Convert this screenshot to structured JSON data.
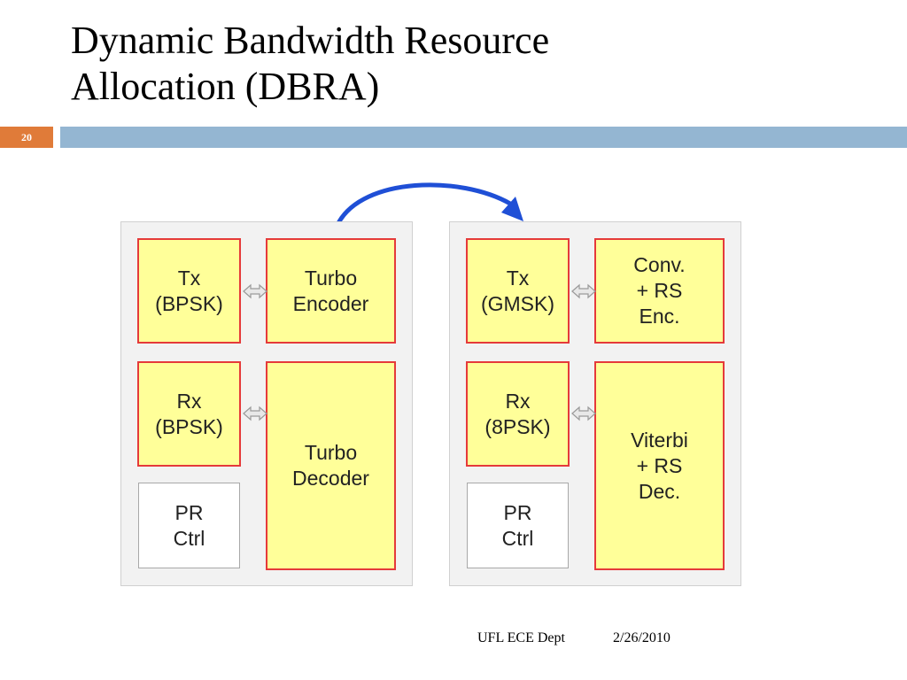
{
  "slide": {
    "title_line1": "Dynamic Bandwidth Resource",
    "title_line2": "Allocation (DBRA)",
    "number": "20",
    "accent_color": "#e07b39",
    "bar_color": "#94b6d2"
  },
  "left_config": {
    "tx": {
      "line1": "Tx",
      "line2": "(BPSK)"
    },
    "encoder": {
      "line1": "Turbo",
      "line2": "Encoder"
    },
    "rx": {
      "line1": "Rx",
      "line2": "(BPSK)"
    },
    "decoder": {
      "line1": "Turbo",
      "line2": "Decoder"
    },
    "pr": {
      "line1": "PR",
      "line2": "Ctrl"
    }
  },
  "right_config": {
    "tx": {
      "line1": "Tx",
      "line2": "(GMSK)"
    },
    "encoder": {
      "line1": "Conv.",
      "line2": "+ RS",
      "line3": "Enc."
    },
    "rx": {
      "line1": "Rx",
      "line2": "(8PSK)"
    },
    "decoder": {
      "line1": "Viterbi",
      "line2": "+ RS",
      "line3": "Dec."
    },
    "pr": {
      "line1": "PR",
      "line2": "Ctrl"
    }
  },
  "footer": {
    "dept": "UFL ECE Dept",
    "date": "2/26/2010"
  },
  "colors": {
    "block_fill": "#ffff99",
    "block_border": "#e53a3a",
    "transition_arrow": "#1f4fd6"
  }
}
